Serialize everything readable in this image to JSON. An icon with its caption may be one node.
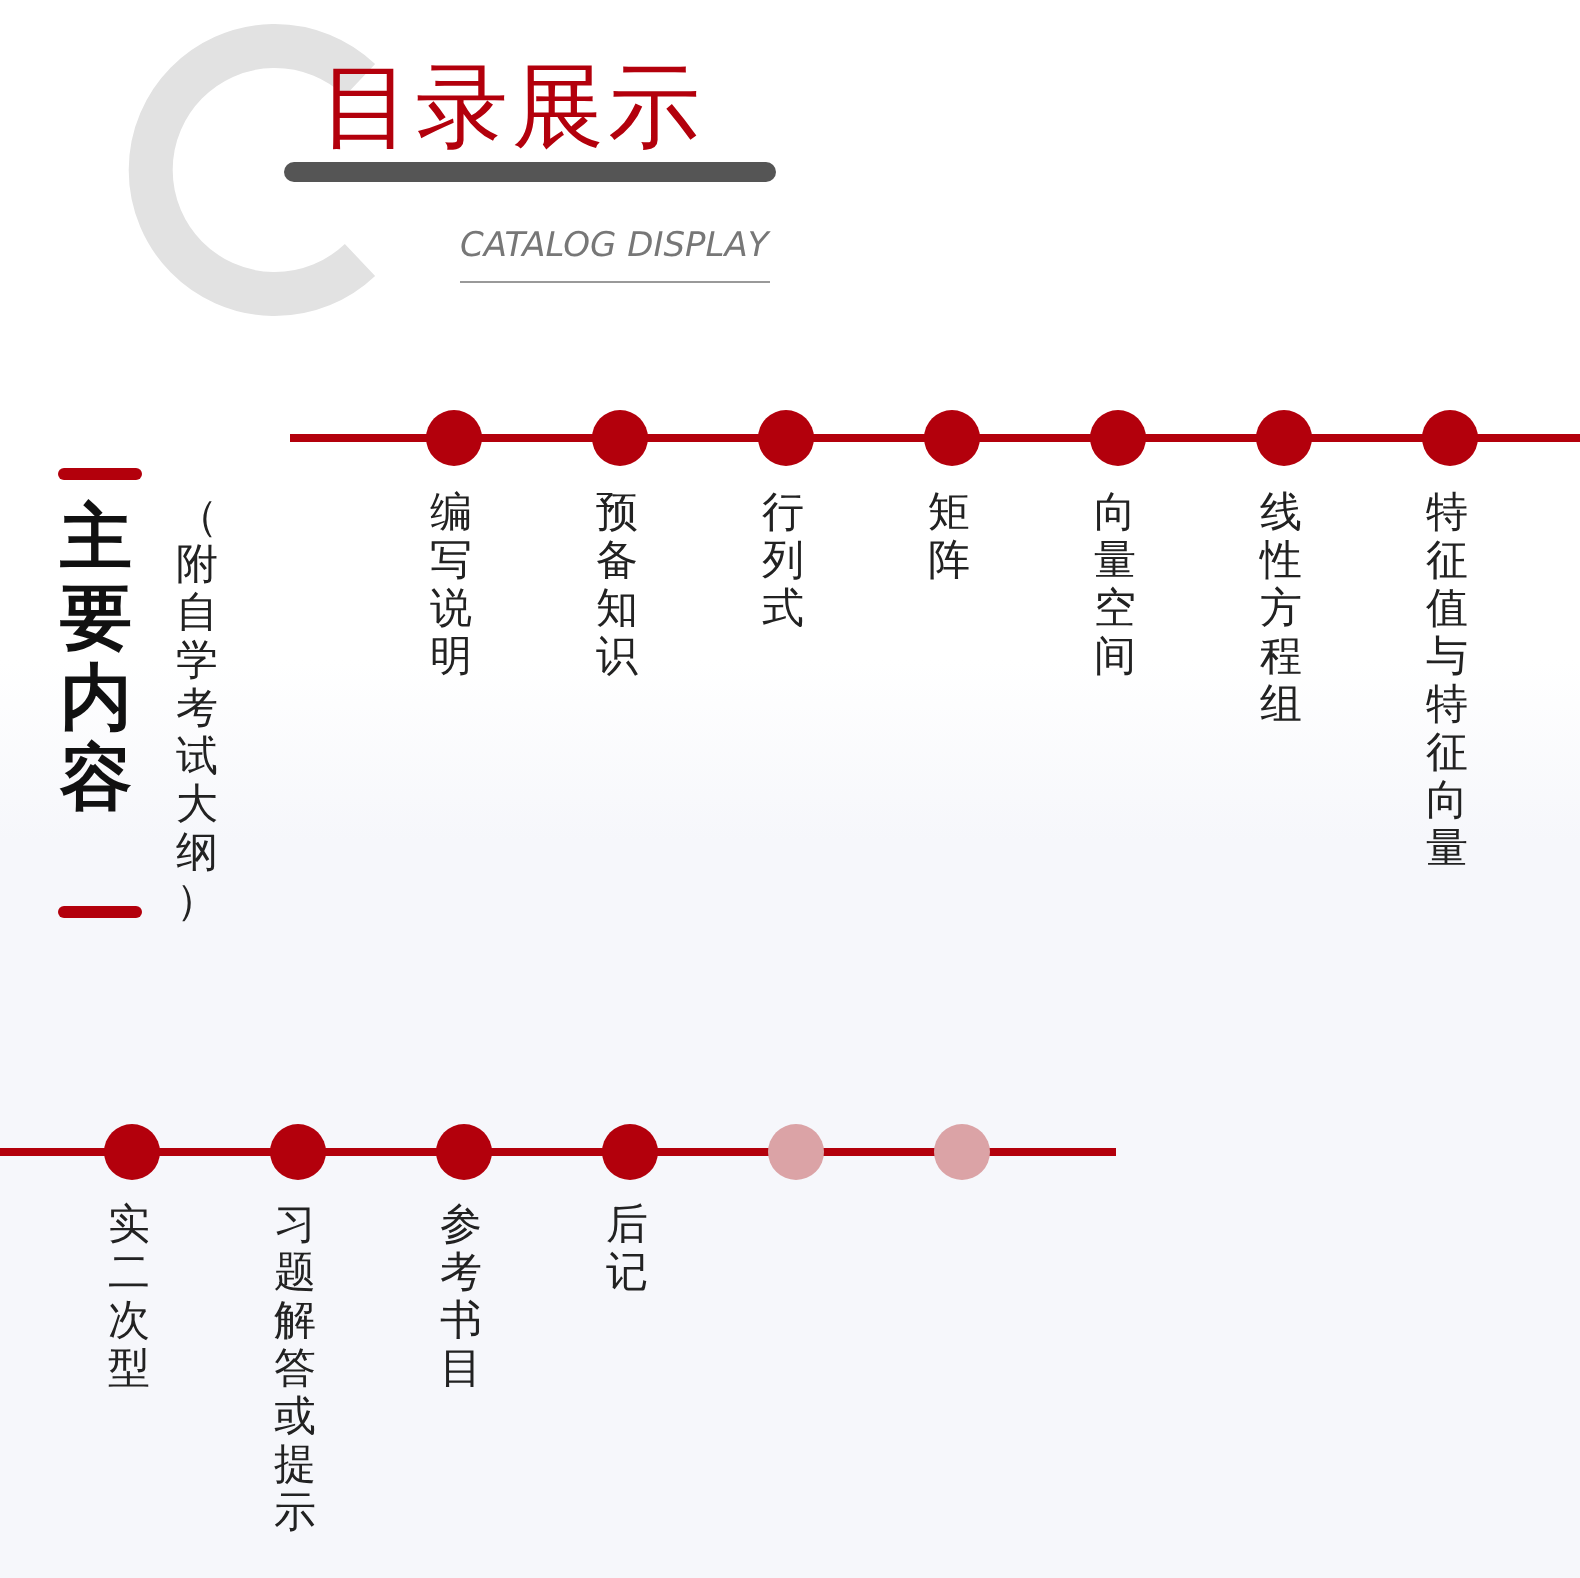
{
  "diagram": {
    "title": "目录展示",
    "labels": [
      "CATALOG DISPLAY",
      "主要内容",
      "（附自学考试大纲）",
      "编写说明",
      "预备知识",
      "行列式",
      "矩阵",
      "向量空间",
      "线性方程组",
      "特征值与特征向量",
      "实二次型",
      "习题解答或提示",
      "参考书目",
      "后记"
    ]
  }
}
